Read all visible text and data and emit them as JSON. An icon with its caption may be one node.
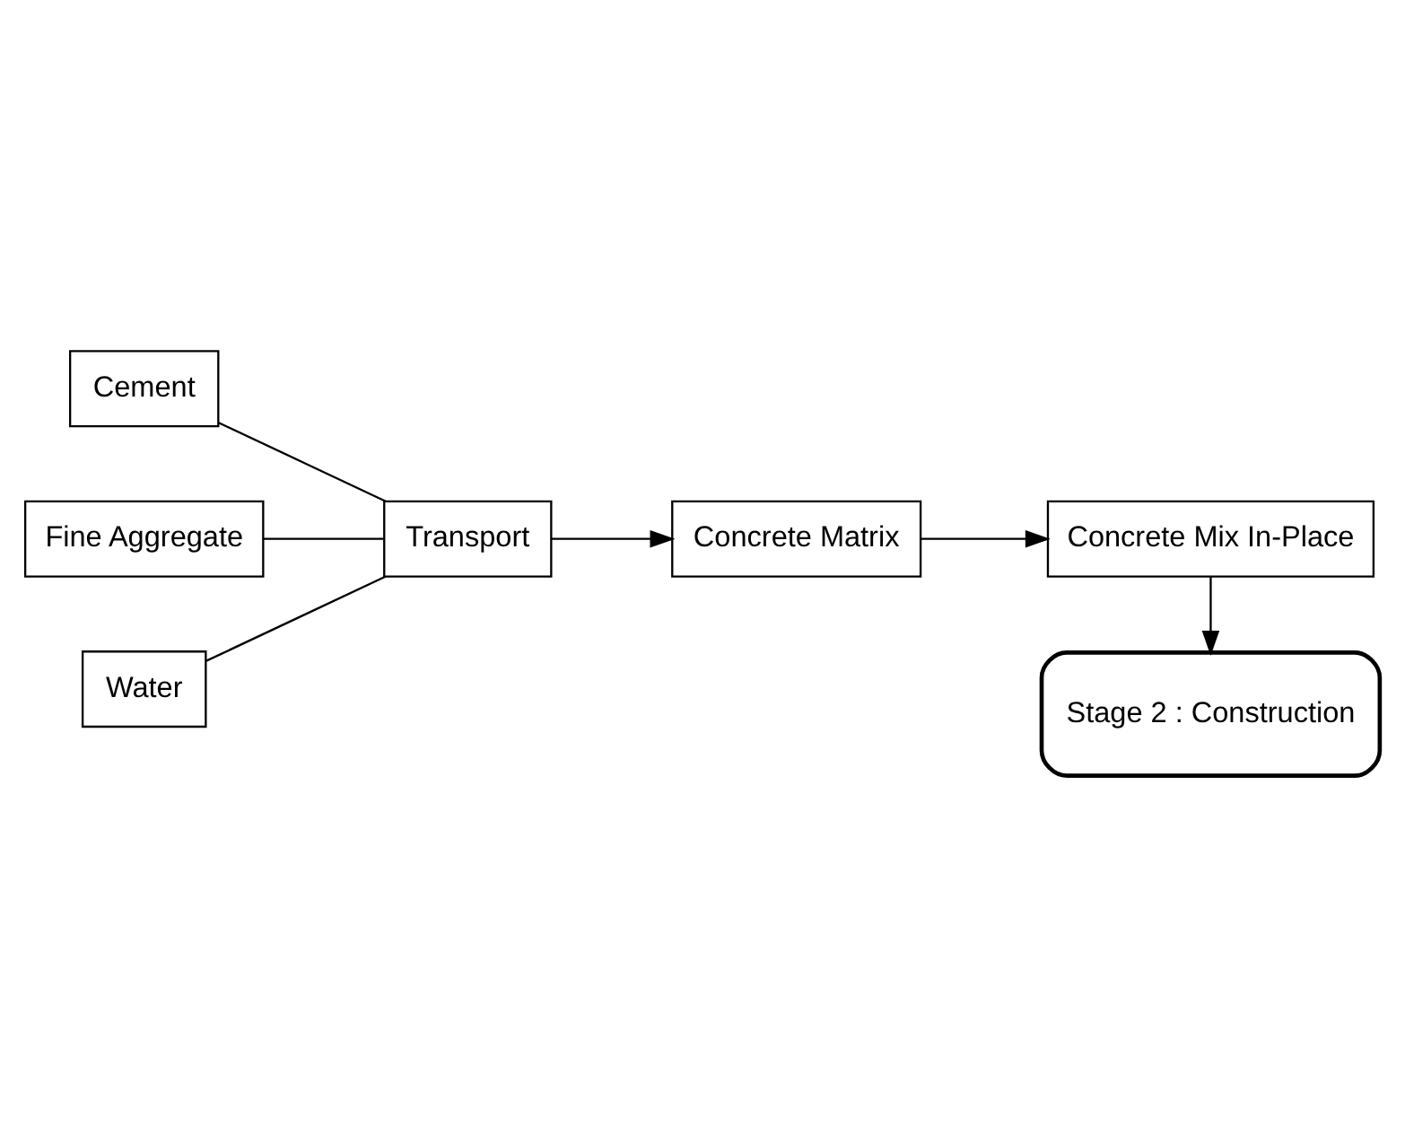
{
  "diagram": {
    "nodes": [
      {
        "text": [
          "Cement"
        ]
      },
      {
        "text": [
          "Fine Aggregate"
        ]
      },
      {
        "text": [
          "Water"
        ]
      },
      {
        "text": [
          "Transport"
        ]
      },
      {
        "text": [
          "Concrete Matrix"
        ]
      },
      {
        "text": [
          "Concrete Mix In-Place"
        ]
      },
      {
        "text": [
          "Stage 2 : Construction"
        ]
      }
    ],
    "edges": [
      {
        "from": 0,
        "to": 3,
        "arrow": "none"
      },
      {
        "from": 1,
        "to": 3,
        "arrow": "none"
      },
      {
        "from": 2,
        "to": 3,
        "arrow": "none"
      },
      {
        "from": 3,
        "to": 4,
        "arrow": "to"
      },
      {
        "from": 4,
        "to": 5,
        "arrow": "to"
      },
      {
        "from": 5,
        "to": 6,
        "arrow": "to"
      }
    ]
  }
}
